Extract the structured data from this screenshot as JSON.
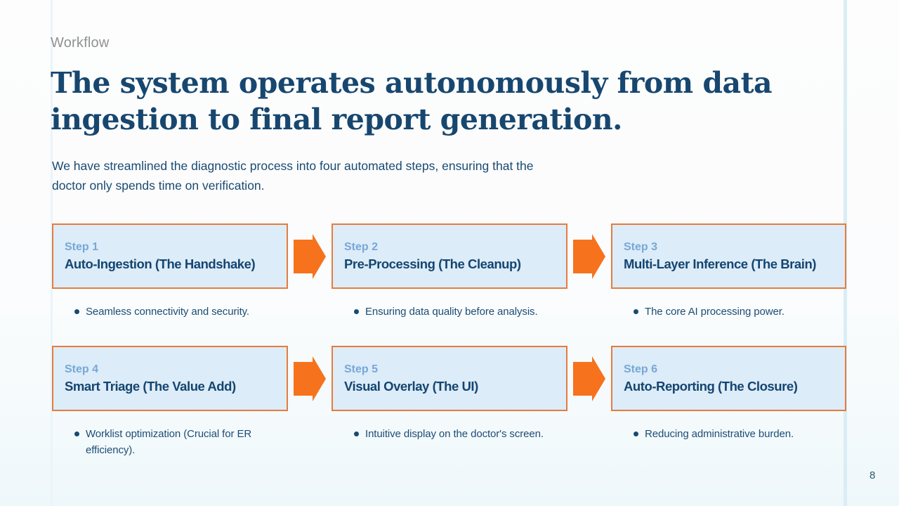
{
  "slide": {
    "eyebrow": "Workflow",
    "title_lines": [
      "The system operates autonomously from data",
      "ingestion to final report generation."
    ],
    "subtitle_lines": [
      "We have streamlined the diagnostic process into four automated steps, ensuring that the",
      "doctor only spends time on verification."
    ],
    "page_number": "8"
  },
  "steps": [
    {
      "label": "Step 1",
      "title": "Auto-Ingestion (The Handshake)",
      "bullet": "Seamless connectivity and security."
    },
    {
      "label": "Step 2",
      "title": "Pre-Processing (The Cleanup)",
      "bullet": "Ensuring data quality before analysis."
    },
    {
      "label": "Step 3",
      "title": "Multi-Layer Inference (The Brain)",
      "bullet": "The core AI processing power."
    },
    {
      "label": "Step 4",
      "title": "Smart Triage (The Value Add)",
      "bullet": "Worklist optimization (Crucial for ER efficiency)."
    },
    {
      "label": "Step 5",
      "title": "Visual Overlay (The UI)",
      "bullet": "Intuitive display on the doctor's screen."
    },
    {
      "label": "Step 6",
      "title": "Auto-Reporting (The Closure)",
      "bullet": "Reducing administrative burden."
    }
  ],
  "icons": {
    "flow_arrow": "block-arrow-right"
  },
  "colors": {
    "accent_orange": "#f7721c",
    "box_border_orange": "#e57c3e",
    "box_fill_blue": "#dcecf8",
    "step_label_blue": "#78a7d7",
    "heading_navy": "#17476f",
    "body_navy": "#1c4d75",
    "eyebrow_gray": "#8f9193",
    "guide_line_cyan": "#d9eef4"
  }
}
